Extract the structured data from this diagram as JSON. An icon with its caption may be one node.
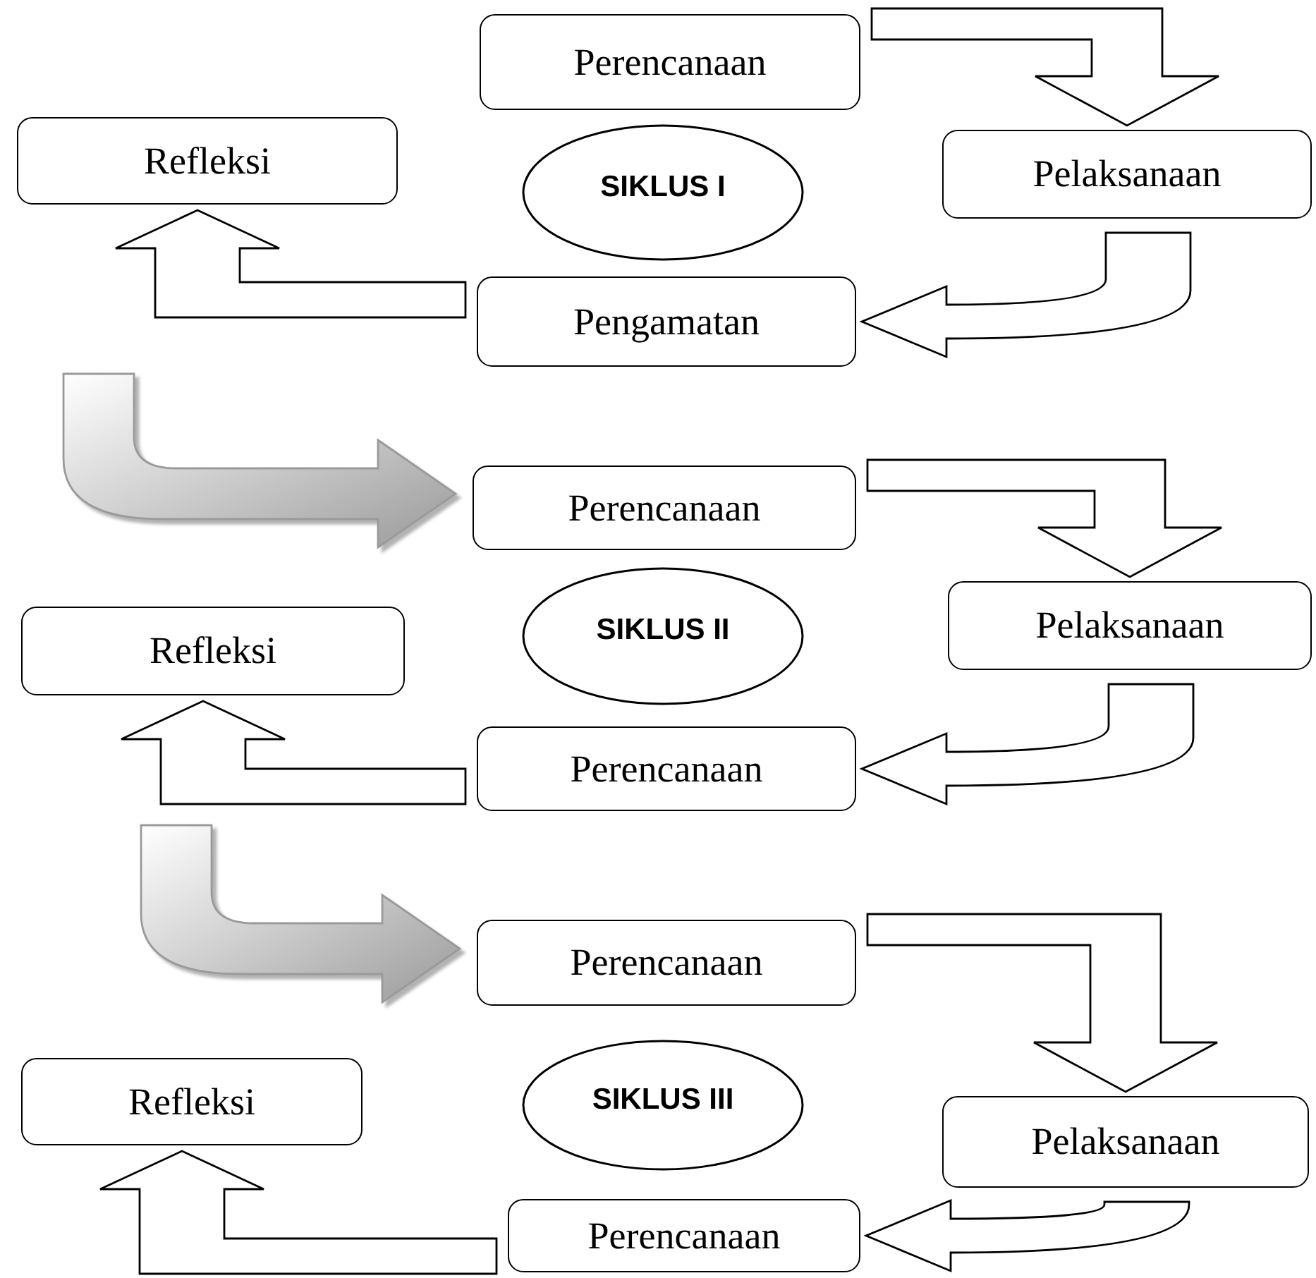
{
  "diagram": {
    "nodes": [
      {
        "text": [
          "Perencanaan"
        ]
      },
      {
        "text": [
          "Refleksi"
        ]
      },
      {
        "text": [
          "SIKLUS I"
        ]
      },
      {
        "text": [
          "Pelaksanaan"
        ]
      },
      {
        "text": [
          "Pengamatan"
        ]
      },
      {
        "text": [
          "Perencanaan"
        ]
      },
      {
        "text": [
          "Refleksi"
        ]
      },
      {
        "text": [
          "SIKLUS II"
        ]
      },
      {
        "text": [
          "Pelaksanaan"
        ]
      },
      {
        "text": [
          "Perencanaan"
        ]
      },
      {
        "text": [
          "Perencanaan"
        ]
      },
      {
        "text": [
          "Refleksi"
        ]
      },
      {
        "text": [
          "SIKLUS III"
        ]
      },
      {
        "text": [
          "Pelaksanaan"
        ]
      },
      {
        "text": [
          "Perencanaan"
        ]
      }
    ],
    "edges": [
      {
        "from": 0,
        "to": 3,
        "arrow": "to"
      },
      {
        "from": 3,
        "to": 4,
        "arrow": "to"
      },
      {
        "from": 4,
        "to": 1,
        "arrow": "to"
      },
      {
        "from": 1,
        "to": 5,
        "arrow": "to",
        "color": "#9a9a9a"
      },
      {
        "from": 5,
        "to": 8,
        "arrow": "to"
      },
      {
        "from": 8,
        "to": 9,
        "arrow": "to"
      },
      {
        "from": 9,
        "to": 6,
        "arrow": "to"
      },
      {
        "from": 6,
        "to": 10,
        "arrow": "to",
        "color": "#9a9a9a"
      },
      {
        "from": 10,
        "to": 13,
        "arrow": "to"
      },
      {
        "from": 13,
        "to": 14,
        "arrow": "to"
      },
      {
        "from": 14,
        "to": 11,
        "arrow": "to"
      }
    ]
  }
}
